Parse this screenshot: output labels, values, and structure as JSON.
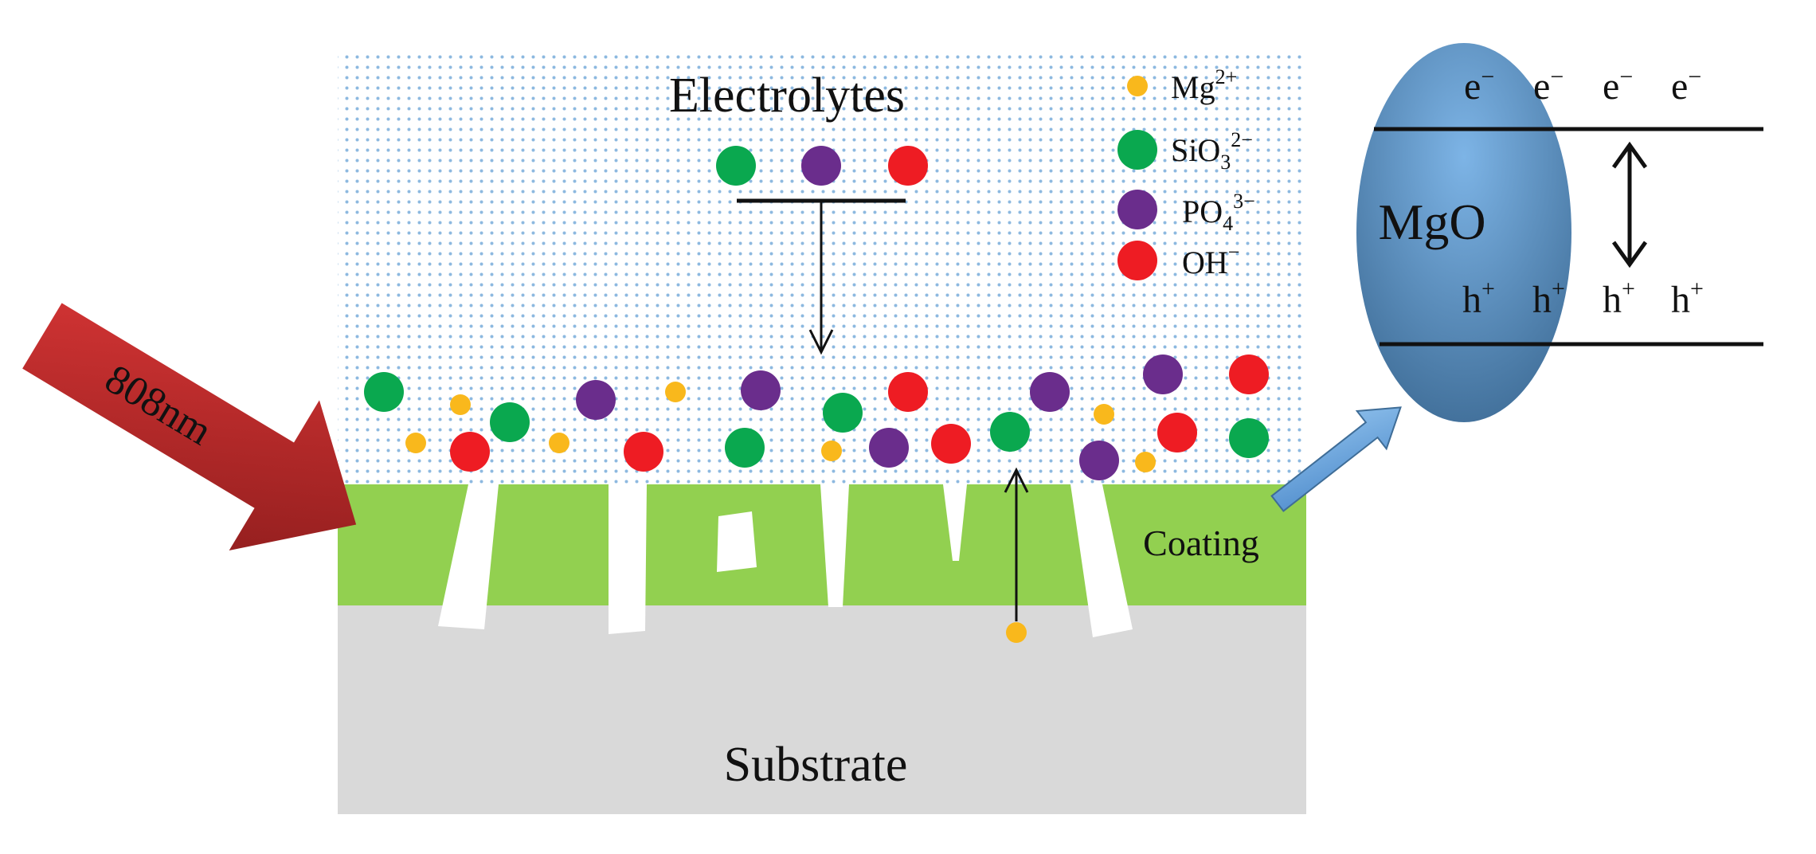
{
  "labels": {
    "electrolytes": "Electrolytes",
    "coating": "Coating",
    "substrate": "Substrate",
    "laser": "808nm",
    "mgo": "MgO",
    "electron": "e",
    "electron_sup": "−",
    "hole": "h",
    "hole_sup": "+"
  },
  "legend": [
    {
      "base": "Mg",
      "sub": "",
      "sup": "2+",
      "color": "#f9b81c",
      "size": "small"
    },
    {
      "base": "SiO",
      "sub": "3",
      "sup": "2−",
      "color": "#0aa84f",
      "size": "large"
    },
    {
      "base": "PO",
      "sub": "4",
      "sup": "3−",
      "color": "#6a2d8c",
      "size": "large"
    },
    {
      "base": "OH",
      "sub": "",
      "sup": "−",
      "color": "#ee1c23",
      "size": "large"
    }
  ],
  "colors": {
    "electrolyte_dots": "#8db9e0",
    "coating": "#92d050",
    "substrate": "#d9d9d9",
    "pores": "#ffffff",
    "laser_arrow": "#c0282a",
    "pointer_arrow": "#5b9bd5",
    "mgo_ellipse": "#5a8fbf"
  },
  "icons": {
    "laser": "arrow-right-icon",
    "pointer": "arrow-up-right-icon",
    "transport_down": "arrow-down-icon",
    "transport_up": "arrow-up-icon",
    "band_gap": "double-arrow-icon"
  }
}
